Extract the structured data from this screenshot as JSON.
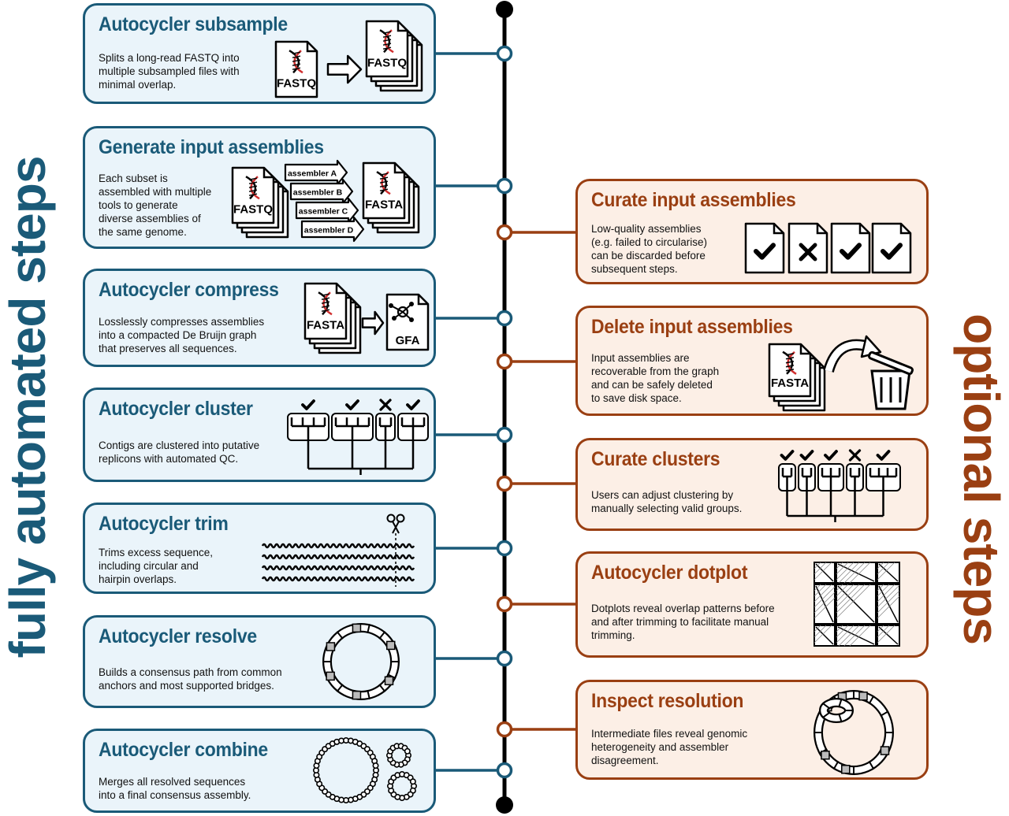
{
  "side_labels": {
    "left": "fully automated steps",
    "right": "optional steps"
  },
  "colors": {
    "automated": "#1a5a78",
    "automated_fill": "#eaf4fa",
    "optional": "#9a3f12",
    "optional_fill": "#fcefe6",
    "timeline": "#000000"
  },
  "automated_steps": [
    {
      "title": "Autocycler subsample",
      "desc": [
        "Splits a long-read FASTQ into",
        "multiple subsampled files with",
        "minimal overlap."
      ],
      "icon_labels": [
        "FASTQ",
        "FASTQ"
      ]
    },
    {
      "title": "Generate input assemblies",
      "desc": [
        "Each subset is",
        "assembled with multiple",
        "tools to generate",
        "diverse assemblies of",
        "the same genome."
      ],
      "icon_labels": [
        "FASTQ",
        "assembler A",
        "assembler B",
        "assembler C",
        "assembler D",
        "FASTA"
      ]
    },
    {
      "title": "Autocycler compress",
      "desc": [
        "Losslessly compresses assemblies",
        "into a compacted De Bruijn graph",
        "that preserves all sequences."
      ],
      "icon_labels": [
        "FASTA",
        "GFA"
      ]
    },
    {
      "title": "Autocycler cluster",
      "desc": [
        "Contigs are clustered into putative",
        "replicons with automated QC."
      ],
      "icon_labels": []
    },
    {
      "title": "Autocycler trim",
      "desc": [
        "Trims excess sequence,",
        "including circular and",
        "hairpin overlaps."
      ],
      "icon_labels": []
    },
    {
      "title": "Autocycler resolve",
      "desc": [
        "Builds a consensus path from common",
        "anchors and most supported bridges."
      ],
      "icon_labels": []
    },
    {
      "title": "Autocycler combine",
      "desc": [
        "Merges all resolved sequences",
        "into a final consensus assembly."
      ],
      "icon_labels": []
    }
  ],
  "optional_steps": [
    {
      "title": "Curate input assemblies",
      "desc": [
        "Low-quality assemblies",
        "(e.g. failed to circularise)",
        "can be discarded before",
        "subsequent steps."
      ],
      "icon_labels": []
    },
    {
      "title": "Delete input assemblies",
      "desc": [
        "Input assemblies are",
        "recoverable from the graph",
        "and can be safely deleted",
        "to save disk space."
      ],
      "icon_labels": [
        "FASTA"
      ]
    },
    {
      "title": "Curate clusters",
      "desc": [
        "Users can adjust clustering by",
        "manually selecting valid groups."
      ],
      "icon_labels": []
    },
    {
      "title": "Autocycler dotplot",
      "desc": [
        "Dotplots reveal overlap patterns before",
        "and after trimming to facilitate manual",
        "trimming."
      ],
      "icon_labels": []
    },
    {
      "title": "Inspect resolution",
      "desc": [
        "Intermediate files reveal genomic",
        "heterogeneity and assembler",
        "disagreement."
      ],
      "icon_labels": []
    }
  ]
}
